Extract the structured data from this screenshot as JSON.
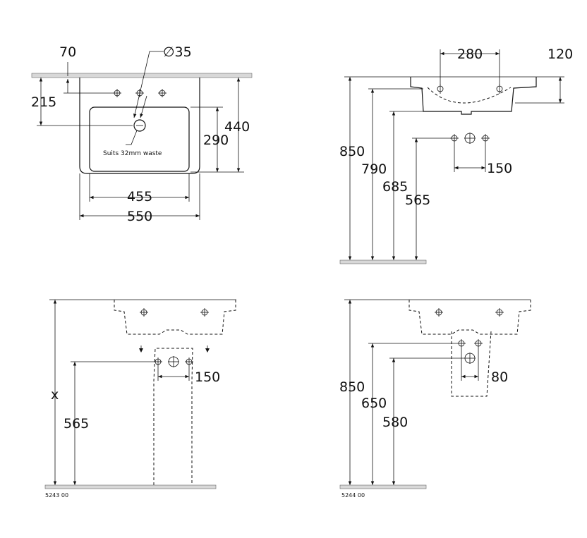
{
  "plan_view": {
    "dim_tap_offset": "70",
    "dim_hole_diameter": "∅35",
    "dim_waste_depth": "215",
    "dim_bowl_depth": "290",
    "dim_total_depth": "440",
    "dim_bowl_width": "455",
    "dim_total_width": "550",
    "waste_note": "Suits 32mm waste"
  },
  "side_view": {
    "dim_hole_spacing": "280",
    "dim_basin_height": "120",
    "dim_rim_height": "850",
    "dim_underside_height": "790",
    "dim_waste_outlet_height": "685",
    "dim_supply_height": "565",
    "dim_supply_spacing": "150"
  },
  "pedestal_view": {
    "dim_height_variable": "x",
    "dim_supply_height": "565",
    "dim_supply_spacing": "150",
    "model_ref": "5243 00"
  },
  "semi_pedestal_view": {
    "dim_rim_height": "850",
    "dim_upper_supply_height": "650",
    "dim_lower_supply_height": "580",
    "dim_supply_spacing": "80",
    "model_ref": "5244 00"
  }
}
